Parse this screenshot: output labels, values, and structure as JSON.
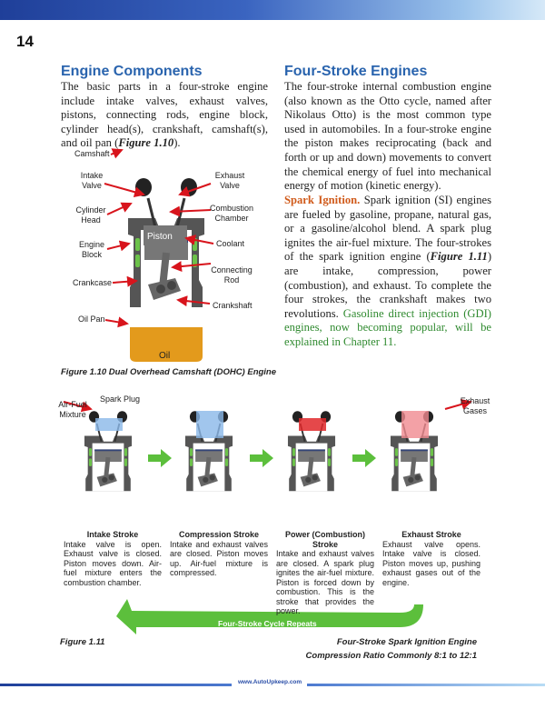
{
  "page_number": "14",
  "left": {
    "heading": "Engine Components",
    "paragraph": "The basic parts in a four-stroke engine include intake valves, exhaust valves, pistons, connecting rods, engine block, cylinder head(s), crankshaft, camshaft(s), and oil pan (",
    "fig_ref": "Figure 1.10",
    "paragraph_end": ").",
    "figure": {
      "labels": {
        "camshaft": "Camshaft",
        "intake_valve": "Intake Valve",
        "exhaust_valve": "Exhaust Valve",
        "cylinder_head": "Cylinder Head",
        "combustion_chamber": "Combustion Chamber",
        "engine_block": "Engine Block",
        "coolant": "Coolant",
        "piston": "Piston",
        "crankcase": "Crankcase",
        "connecting_rod": "Connecting Rod",
        "crankshaft": "Crankshaft",
        "oil_pan": "Oil Pan",
        "oil": "Oil"
      },
      "caption": "Figure 1.10  Dual Overhead Camshaft (DOHC) Engine"
    }
  },
  "right": {
    "heading": "Four-Stroke Engines",
    "paragraph1": "The four-stroke internal combustion engine (also known as the Otto cycle, named after Nikolaus Otto) is the most common type used in automobiles. In a four-stroke engine the piston makes reciprocating (back and forth or up and down) movements to convert the chemical energy of fuel into mechanical energy of motion (kinetic energy).",
    "subhead": "Spark Ignition.",
    "paragraph2a": " Spark ignition (SI) engines are fueled by gasoline, propane, natural gas, or a gasoline/alcohol blend. A spark plug ignites the air-fuel mixture. The four-strokes of the spark ignition engine (",
    "fig_ref": "Figure 1.11",
    "paragraph2b": ") are intake, compression, power (combustion), and exhaust. To complete the four strokes, the crankshaft makes two revolutions. ",
    "green_text": "Gasoline direct injection (GDI) engines, now becoming popular, will be explained in Chapter 11."
  },
  "figure_1_11": {
    "labels": {
      "air_fuel": "Air-Fuel Mixture",
      "spark_plug": "Spark Plug",
      "exhaust_gases": "Exhaust Gases"
    },
    "strokes": [
      {
        "title": "Intake Stroke",
        "text": "Intake valve is open. Exhaust valve is closed. Piston moves down. Air-fuel mixture enters the combustion chamber."
      },
      {
        "title": "Compression Stroke",
        "text": "Intake and exhaust valves are closed. Piston moves up. Air-fuel mixture is compressed."
      },
      {
        "title": "Power (Combustion) Stroke",
        "text": "Intake and exhaust valves are closed. A spark plug ignites the air-fuel mixture. Piston is forced down by combustion. This is the stroke that provides the power."
      },
      {
        "title": "Exhaust Stroke",
        "text": "Exhaust valve opens. Intake valve is closed. Piston moves up, pushing exhaust gases out of the engine."
      }
    ],
    "cycle_label": "Four-Stroke Cycle Repeats",
    "figure_label": "Figure 1.11",
    "title": "Four-Stroke Spark Ignition Engine",
    "subtitle": "Compression Ratio Commonly 8:1 to 12:1"
  },
  "footer": {
    "url": "www.AutoUpkeep.com"
  },
  "colors": {
    "heading": "#2a64ae",
    "subhead": "#d05a1a",
    "green": "#2f8a2f",
    "arrow": "#5cbf3c"
  }
}
